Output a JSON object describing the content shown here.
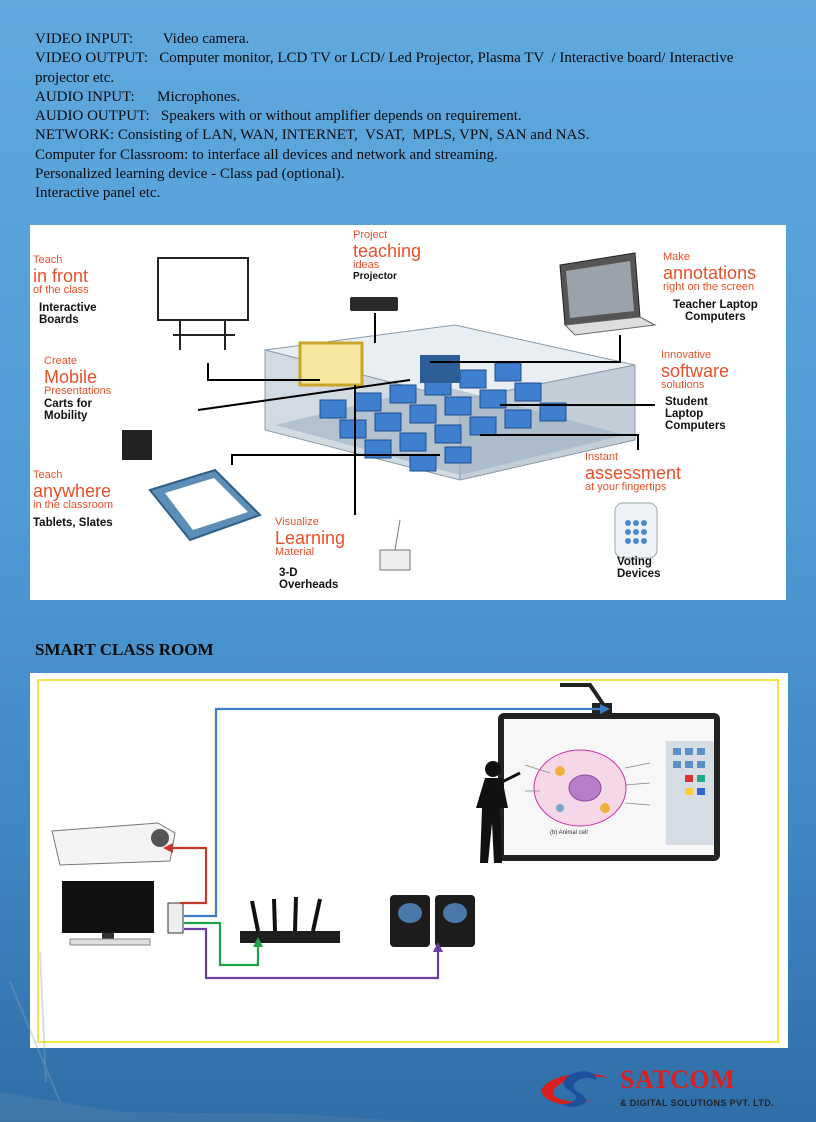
{
  "spec_lines": [
    "VIDEO INPUT:        Video camera.",
    "VIDEO OUTPUT:   Computer monitor, LCD TV or LCD/ Led Projector, Plasma TV  / Interactive board/ Interactive projector etc.",
    "AUDIO INPUT:      Microphones.",
    "AUDIO OUTPUT:   Speakers with or without amplifier depends on requirement.",
    "NETWORK: Consisting of LAN, WAN, INTERNET,  VSAT,  MPLS, VPN, SAN and NAS.",
    "Computer for Classroom: to interface all devices and network and streaming.",
    "Personalized learning device - Class pad (optional).",
    "Interactive panel etc."
  ],
  "diagram1": {
    "teach_front": {
      "small1": "Teach",
      "big": "in front",
      "small2": "of the class",
      "name1": "Interactive",
      "name2": "Boards"
    },
    "project": {
      "small1": "Project",
      "big": "teaching",
      "small2": "ideas",
      "name1": "Projector"
    },
    "annotations": {
      "small1": "Make",
      "big": "annotations",
      "small2": "right on the screen",
      "name1": "Teacher Laptop",
      "name2": "Computers"
    },
    "mobile": {
      "small1": "Create",
      "big": "Mobile",
      "small2": "Presentations",
      "name1": "Carts for",
      "name2": "Mobility"
    },
    "software": {
      "small1": "Innovative",
      "big": "software",
      "small2": "solutions",
      "name1": "Student",
      "name2": "Laptop",
      "name3": "Computers"
    },
    "anywhere": {
      "small1": "Teach",
      "big": "anywhere",
      "small2": "in the classroom",
      "name1": "Tablets, Slates"
    },
    "assessment": {
      "small1": "Instant",
      "big": "assessment",
      "small2": "at your fingertips",
      "name1": "Voting",
      "name2": "Devices"
    },
    "learning": {
      "small1": "Visualize",
      "big": "Learning",
      "small2": "Material",
      "name1": "3-D",
      "name2": "Overheads"
    }
  },
  "section_title": "SMART CLASS ROOM",
  "diagram2": {
    "board_caption": "(b) Animal cell"
  },
  "logo": {
    "name": "SATCOM",
    "sub": "& DIGITAL SOLUTIONS PVT. LTD."
  },
  "colors": {
    "accent_orange": "#e8502a",
    "logo_red": "#d8201f",
    "frame_yellow": "#f2e64a",
    "line_blue": "#3d7cc6",
    "line_red": "#c0392b",
    "line_green": "#1fa34a",
    "line_purple": "#6b3fa0"
  }
}
